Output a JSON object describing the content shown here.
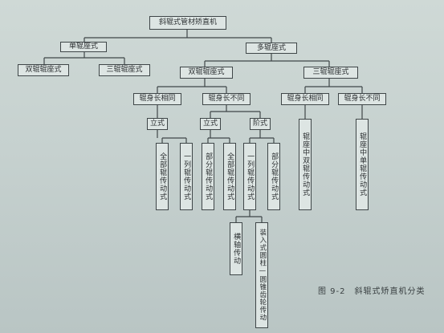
{
  "diagram": {
    "root": "斜辊式管材矫直机",
    "single_roll_seat": "单辊座式",
    "multi_roll_seat": "多辊座式",
    "double_roll_seat": "双辊辊座式",
    "triple_roll_seat": "三辊辊座式",
    "double_roll_seat_b": "双辊辊座式",
    "triple_roll_seat_b": "三辊辊座式",
    "same_length": "辊身长相同",
    "diff_length": "辊身长不同",
    "same_length_b": "辊身长相同",
    "diff_length_b": "辊身长不同",
    "vertical_a": "立式",
    "vertical_b": "立式",
    "horizontal_step": "阶式",
    "all_roll_drive_a": "全部辊传动式",
    "one_row_drive": "一列辊传动式",
    "part_roll_drive_a": "部分辊传动式",
    "all_roll_drive_b": "全部辊传动式",
    "one_row_drive_b": "一列辊传动式",
    "part_roll_drive_b": "部分辊传动式",
    "seat_double_roll_drive": "辊座中双辊传动式",
    "seat_single_roll_drive": "辊座中单辊传动式",
    "cross_shaft_drive": "横轴传动",
    "assembled_gear_drive": "装入式圆柱—圆锥齿轮传动"
  },
  "caption": "图 9-2　斜辊式矫直机分类"
}
